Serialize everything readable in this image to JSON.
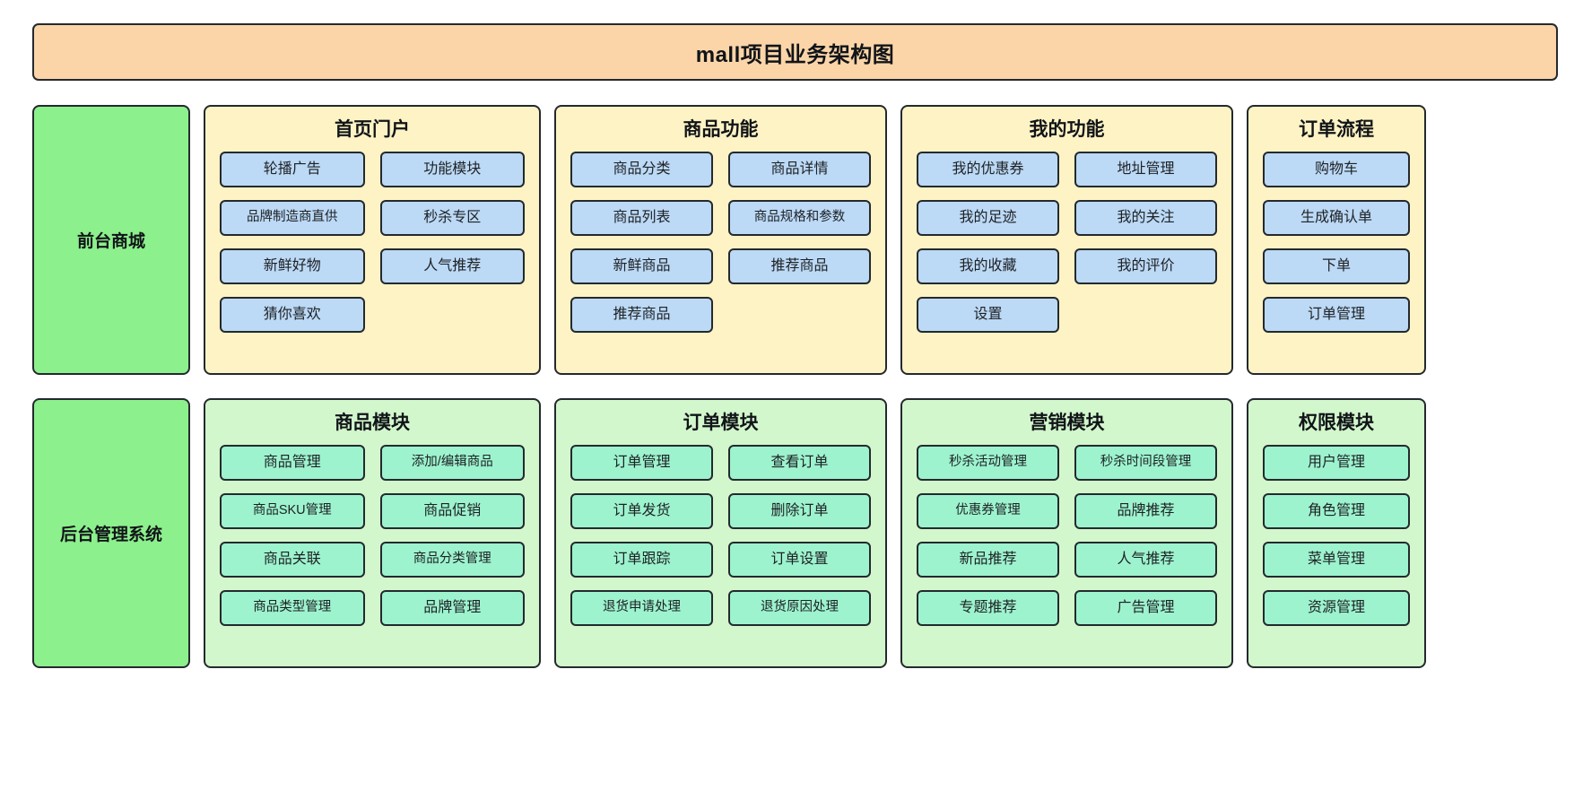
{
  "diagram": {
    "title": "mall项目业务架构图",
    "colors": {
      "title_banner": "#fbd5a8",
      "tier_label": "#8cf08c",
      "frontend_panel": "#fdf3c4",
      "frontend_item": "#bcd9f5",
      "backend_panel": "#d2f7cc",
      "backend_item": "#9df3ce",
      "border": "#24292e"
    },
    "tiers": [
      {
        "label": "前台商城",
        "panels": [
          {
            "title": "首页门户",
            "columns": 2,
            "items": [
              "轮播广告",
              "功能模块",
              "品牌制造商直供",
              "秒杀专区",
              "新鲜好物",
              "人气推荐",
              "猜你喜欢"
            ]
          },
          {
            "title": "商品功能",
            "columns": 2,
            "items": [
              "商品分类",
              "商品详情",
              "商品列表",
              "商品规格和参数",
              "新鲜商品",
              "推荐商品",
              "推荐商品"
            ]
          },
          {
            "title": "我的功能",
            "columns": 2,
            "items": [
              "我的优惠券",
              "地址管理",
              "我的足迹",
              "我的关注",
              "我的收藏",
              "我的评价",
              "设置"
            ]
          },
          {
            "title": "订单流程",
            "columns": 1,
            "items": [
              "购物车",
              "生成确认单",
              "下单",
              "订单管理"
            ]
          }
        ]
      },
      {
        "label": "后台管理系统",
        "panels": [
          {
            "title": "商品模块",
            "columns": 2,
            "items": [
              "商品管理",
              "添加/编辑商品",
              "商品SKU管理",
              "商品促销",
              "商品关联",
              "商品分类管理",
              "商品类型管理",
              "品牌管理"
            ]
          },
          {
            "title": "订单模块",
            "columns": 2,
            "items": [
              "订单管理",
              "查看订单",
              "订单发货",
              "删除订单",
              "订单跟踪",
              "订单设置",
              "退货申请处理",
              "退货原因处理"
            ]
          },
          {
            "title": "营销模块",
            "columns": 2,
            "items": [
              "秒杀活动管理",
              "秒杀时间段管理",
              "优惠券管理",
              "品牌推荐",
              "新品推荐",
              "人气推荐",
              "专题推荐",
              "广告管理"
            ]
          },
          {
            "title": "权限模块",
            "columns": 1,
            "items": [
              "用户管理",
              "角色管理",
              "菜单管理",
              "资源管理"
            ]
          }
        ]
      }
    ]
  }
}
